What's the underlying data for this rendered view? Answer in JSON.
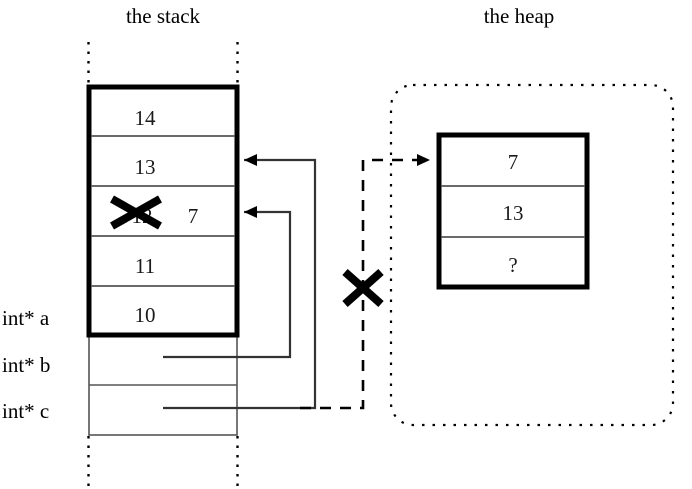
{
  "titles": {
    "stack": "the stack",
    "heap": "the heap"
  },
  "stack": {
    "cells": [
      {
        "value": "14",
        "struck": false
      },
      {
        "value": "13",
        "struck": false
      },
      {
        "value": "12",
        "struck": true,
        "new_value": "7"
      },
      {
        "value": "11",
        "struck": false
      },
      {
        "value": "10",
        "struck": false
      }
    ],
    "pointer_cells": [
      {
        "label": "int* b",
        "value": ""
      },
      {
        "label": "int* c",
        "value": ""
      }
    ],
    "labels": [
      {
        "text": "int* a"
      },
      {
        "text": "int* b"
      },
      {
        "text": "int* c"
      }
    ]
  },
  "heap": {
    "cells": [
      {
        "value": "7"
      },
      {
        "value": "13"
      },
      {
        "value": "?"
      }
    ]
  },
  "marks": {
    "strike_cell": "x-strike-12",
    "strike_pointer": "x-strike-heap-pointer"
  },
  "colors": {
    "ink": "#000000",
    "cell_rule": "#555555",
    "text": "#1a1a1a"
  }
}
